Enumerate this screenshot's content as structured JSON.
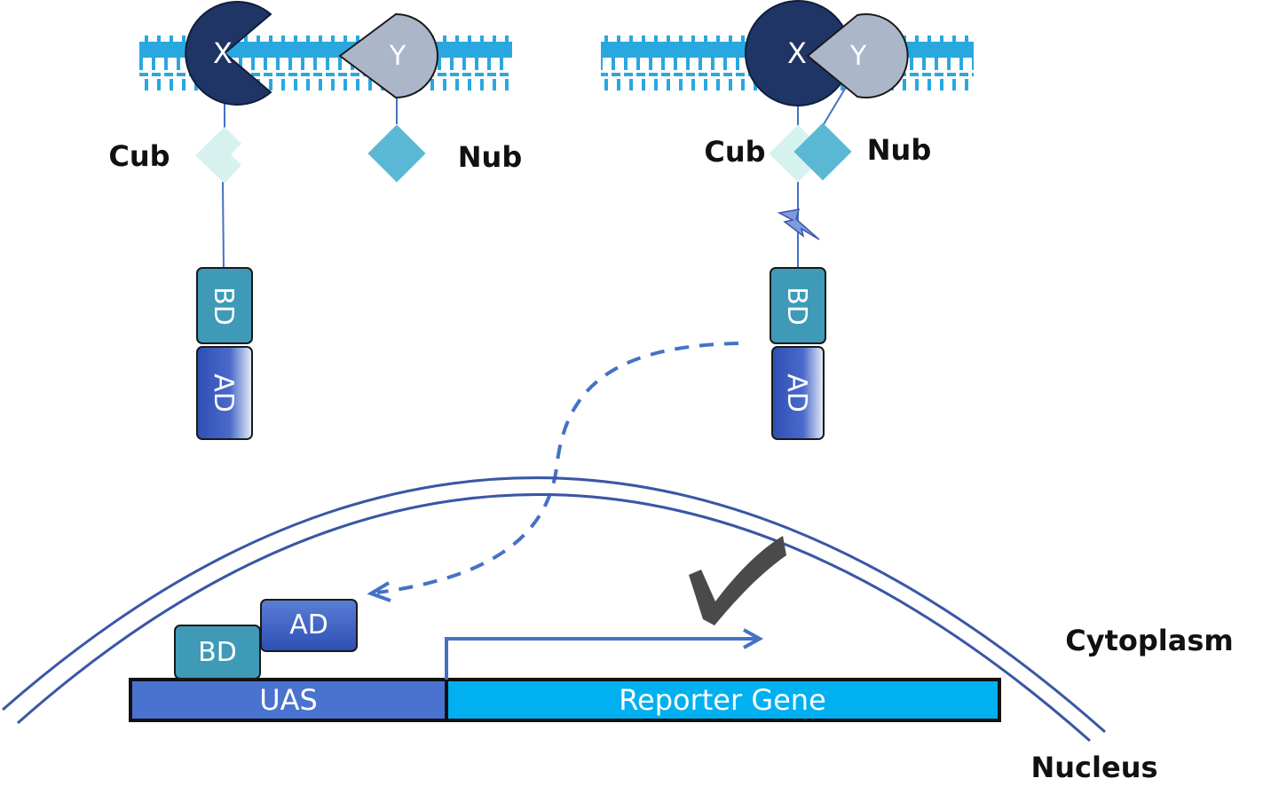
{
  "labels": {
    "x": "X",
    "y": "Y",
    "cub": "Cub",
    "nub": "Nub",
    "bd": "BD",
    "ad": "AD",
    "uas": "UAS",
    "reporter_gene": "Reporter Gene",
    "cytoplasm": "Cytoplasm",
    "nucleus": "Nucleus"
  },
  "colors": {
    "membrane": "#29A8DF",
    "protein_x": "#1F3566",
    "protein_y": "#ACB6C9",
    "cub": "#D6F2EE",
    "nub": "#5AB8D5",
    "bd": "#3E9AB6",
    "ad": "#3A5BC0",
    "uas": "#4A72CF",
    "reporter": "#00B0F0",
    "nucleus_line": "#3A57A6",
    "arrow": "#4472C4",
    "check": "#4A4A4A"
  },
  "icons": {
    "check": "check-icon",
    "cleavage": "lightning-icon"
  }
}
